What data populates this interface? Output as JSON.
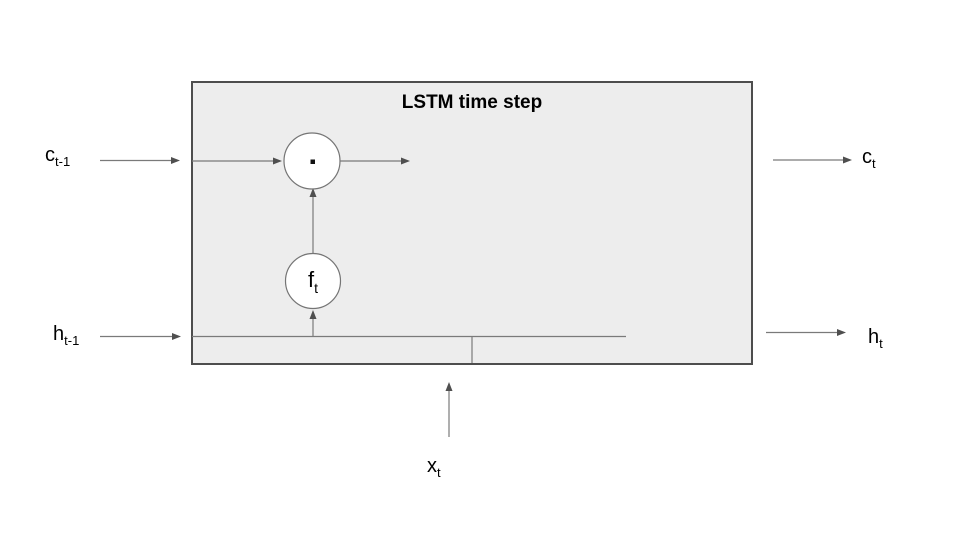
{
  "diagram": {
    "title": "LSTM time step",
    "labels": {
      "c_prev": {
        "base": "c",
        "sub": "t-1"
      },
      "h_prev": {
        "base": "h",
        "sub": "t-1"
      },
      "c_out": {
        "base": "c",
        "sub": "t"
      },
      "h_out": {
        "base": "h",
        "sub": "t"
      },
      "x_in": {
        "base": "x",
        "sub": "t"
      },
      "forget_gate": {
        "base": "f",
        "sub": "t"
      }
    },
    "nodes": {
      "multiply_op": "elementwise-multiply",
      "forget_gate": "forget-gate"
    },
    "colors": {
      "box_fill": "#ededed",
      "box_border": "#4d4d4d",
      "line": "#7a7a7a",
      "arrowhead": "#4f4f4f",
      "node_fill": "#ffffff",
      "node_border": "#757575",
      "text": "#000000"
    }
  }
}
